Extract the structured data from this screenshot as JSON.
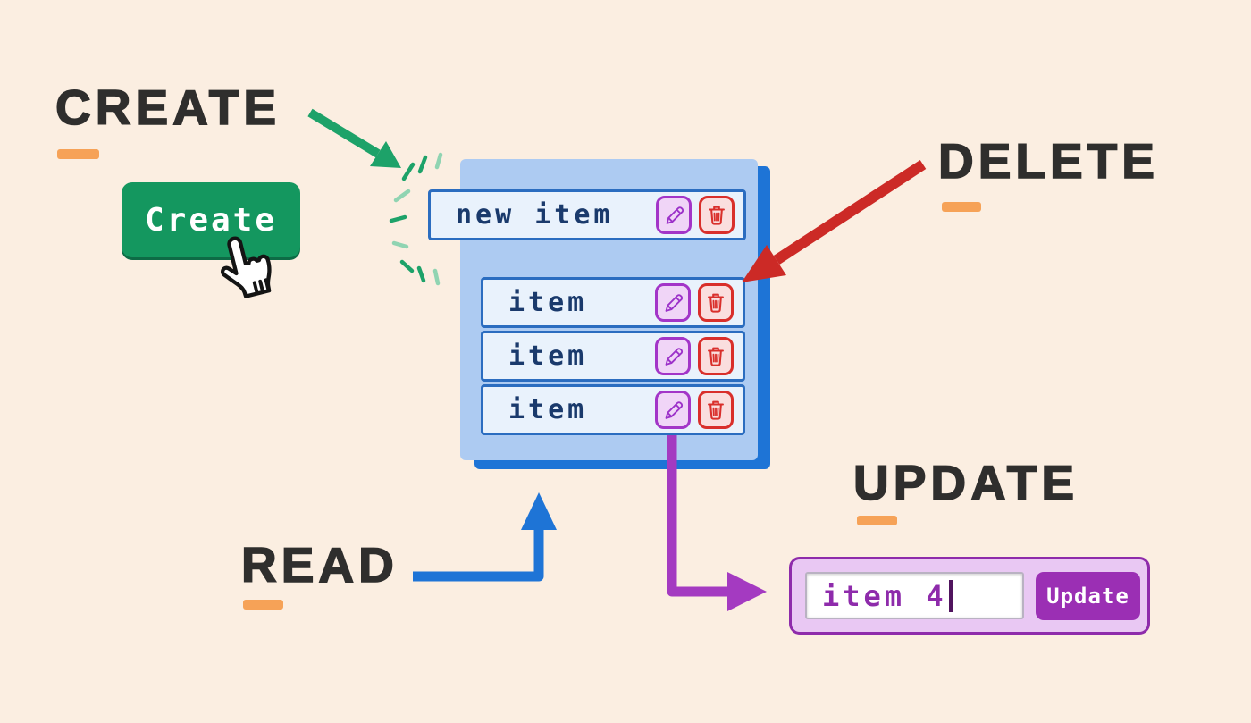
{
  "headings": {
    "create": "CREATE",
    "read": "READ",
    "update": "UPDATE",
    "delete": "DELETE",
    "text_color": "#2f2e2d",
    "underline_color": "#f6a257"
  },
  "create_section": {
    "button_label": "Create",
    "button_color": "#14975f",
    "cursor_icon": "hand-pointer-icon",
    "sparkle_color": "#1da269"
  },
  "list_panel": {
    "panel_color": "#adcbf2",
    "shadow_color": "#1e74d6",
    "row_bg": "#e9f2fc",
    "row_border": "#2b6dc0",
    "row_text_color": "#1a3a6c",
    "new_item_label": "new item",
    "items": [
      "item",
      "item",
      "item"
    ],
    "edit_button": {
      "icon": "pencil-icon",
      "bg": "#f0d5f7",
      "border": "#a335c8"
    },
    "delete_button": {
      "icon": "trash-icon",
      "bg": "#fadede",
      "border": "#d92f2b"
    }
  },
  "update_widget": {
    "input_value": "item 4",
    "button_label": "Update",
    "container_bg": "#e9c8f3",
    "container_border": "#8e2bab",
    "button_bg": "#9b2fb4",
    "input_text_color": "#8e2bab"
  },
  "arrows": {
    "create_color": "#1da269",
    "delete_color": "#cc2a26",
    "read_color": "#1e74d6",
    "update_color": "#a43ac1"
  }
}
